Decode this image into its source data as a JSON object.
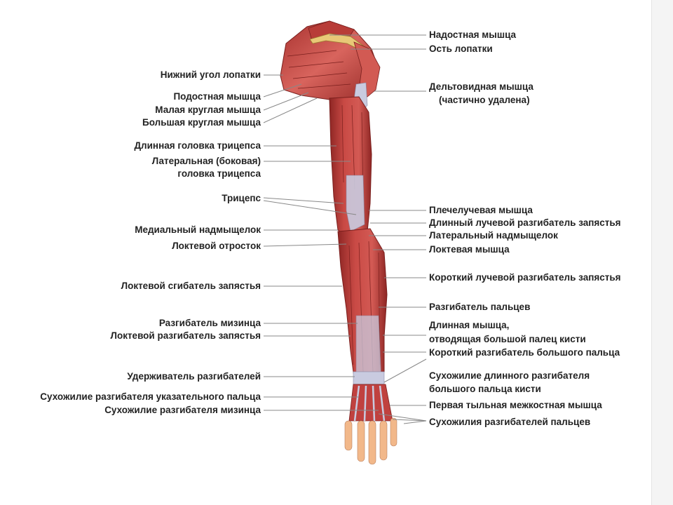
{
  "labels_left": [
    {
      "text": "Нижний угол лопатки"
    },
    {
      "text": "Подостная мышца"
    },
    {
      "text": "Малая круглая мышца"
    },
    {
      "text": "Большая круглая мышца"
    },
    {
      "text": "Длинная головка трицепса"
    },
    {
      "text": "Латеральная (боковая)"
    },
    {
      "text": "головка трицепса"
    },
    {
      "text": "Трицепс"
    },
    {
      "text": "Медиальный надмыщелок"
    },
    {
      "text": "Локтевой отросток"
    },
    {
      "text": "Локтевой сгибатель запястья"
    },
    {
      "text": "Разгибатель мизинца"
    },
    {
      "text": "Локтевой разгибатель запястья"
    },
    {
      "text": "Удерживатель разгибателей"
    },
    {
      "text": "Сухожилие разгибателя указательного пальца"
    },
    {
      "text": "Сухожилие разгибателя мизинца"
    }
  ],
  "labels_right": [
    {
      "text": "Надостная мышца"
    },
    {
      "text": "Ость лопатки"
    },
    {
      "text": "Дельтовидная мышца"
    },
    {
      "text": "(частично удалена)"
    },
    {
      "text": "Плечелучевая мышца"
    },
    {
      "text": "Длинный лучевой разгибатель запястья"
    },
    {
      "text": "Латеральный надмыщелок"
    },
    {
      "text": "Локтевая мышца"
    },
    {
      "text": "Короткий лучевой разгибатель запястья"
    },
    {
      "text": "Разгибатель пальцев"
    },
    {
      "text": "Длинная мышца,"
    },
    {
      "text": "отводящая большой палец кисти"
    },
    {
      "text": "Короткий разгибатель большого пальца"
    },
    {
      "text": "Сухожилие длинного разгибателя"
    },
    {
      "text": "большого пальца кисти"
    },
    {
      "text": "Первая тыльная межкостная мышца"
    },
    {
      "text": "Сухожилия разгибателей пальцев"
    }
  ],
  "colors": {
    "muscle": "#c0413f",
    "muscle_dark": "#8e2624",
    "muscle_light": "#dc6a62",
    "tendon": "#c9cbe0",
    "bone": "#e8c877",
    "skin": "#f2b88a",
    "leader": "#888888",
    "text": "#222222"
  }
}
